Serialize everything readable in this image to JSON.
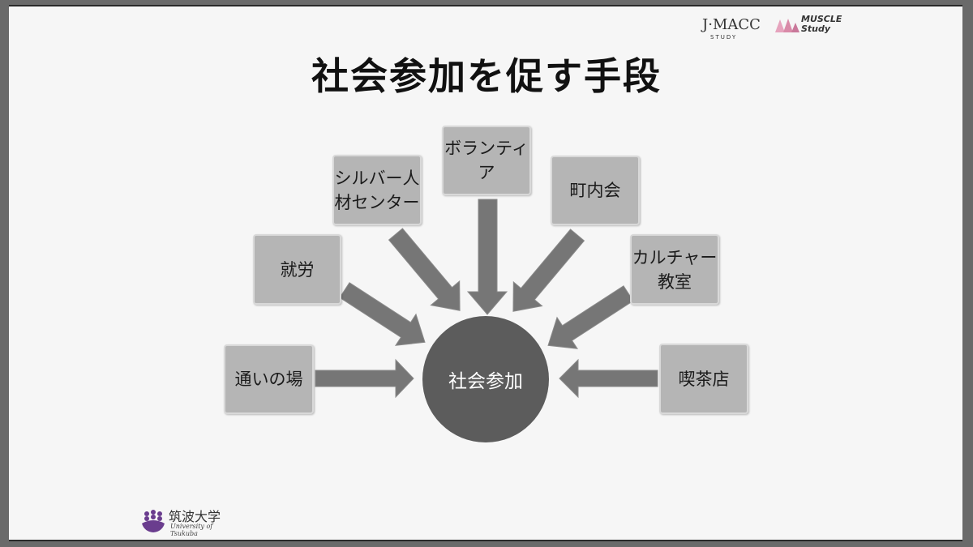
{
  "title": "社会参加を促す手段",
  "hub": {
    "label": "社会参加"
  },
  "nodes": [
    {
      "id": "kayoi",
      "label": "通いの場"
    },
    {
      "id": "shuro",
      "label": "就労"
    },
    {
      "id": "silver",
      "label": "シルバー人\n材センター"
    },
    {
      "id": "volunteer",
      "label": "ボランティア"
    },
    {
      "id": "chonaikai",
      "label": "町内会"
    },
    {
      "id": "culture",
      "label": "カルチャー\n教室"
    },
    {
      "id": "kissaten",
      "label": "喫茶店"
    }
  ],
  "logos": {
    "jmacc": "J·MACC",
    "jmacc_sub": "STUDY",
    "muscle_line1": "MUSCLE",
    "muscle_line2": "Study"
  },
  "university": {
    "name": "筑波大学",
    "subtitle": "University of Tsukuba"
  },
  "colors": {
    "box_fill": "#b5b5b5",
    "hub_fill": "#5c5c5c",
    "arrow_fill": "#767676",
    "univ_purple": "#6a3d8e",
    "muscle_pink": "#d98aa8"
  }
}
